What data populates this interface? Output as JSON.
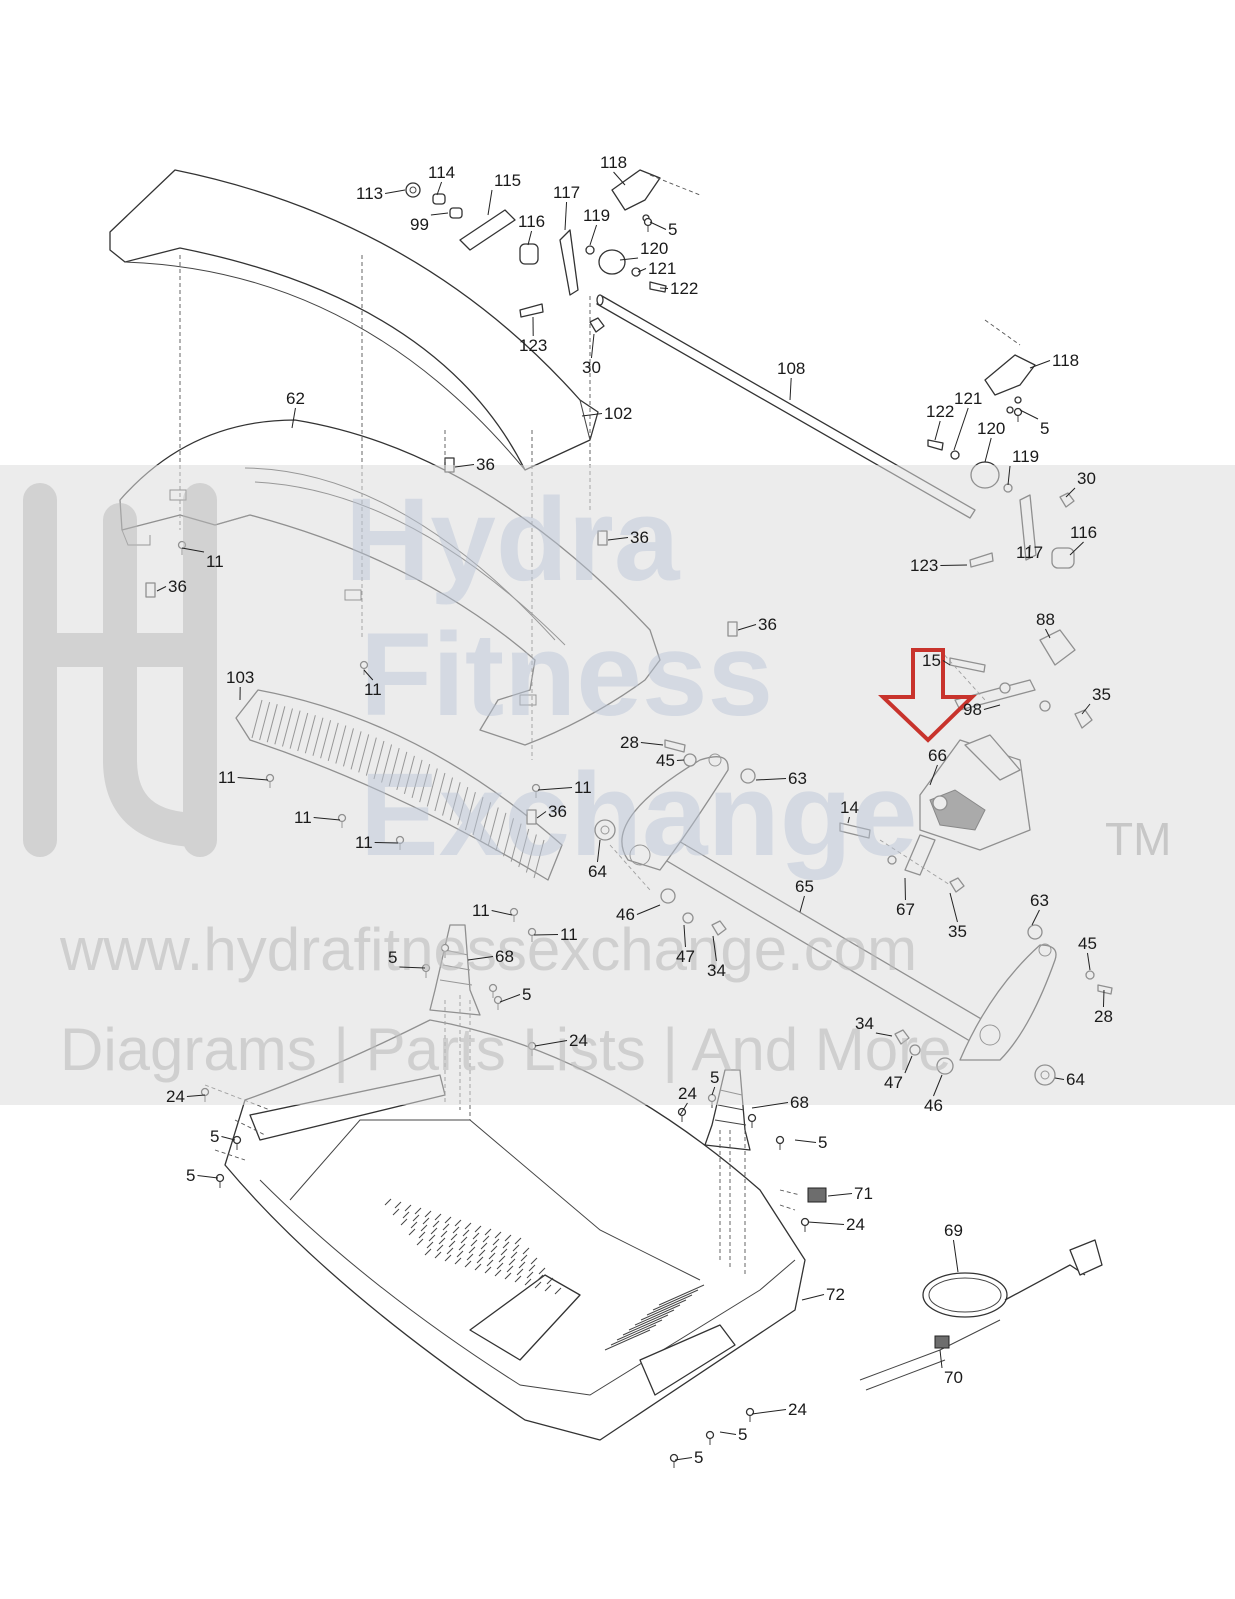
{
  "diagram": {
    "callouts": [
      {
        "id": "c113",
        "label": "113"
      },
      {
        "id": "c114",
        "label": "114"
      },
      {
        "id": "c115",
        "label": "115"
      },
      {
        "id": "c117a",
        "label": "117"
      },
      {
        "id": "c118a",
        "label": "118"
      },
      {
        "id": "c99",
        "label": "99"
      },
      {
        "id": "c116a",
        "label": "116"
      },
      {
        "id": "c119a",
        "label": "119"
      },
      {
        "id": "c5a",
        "label": "5"
      },
      {
        "id": "c120a",
        "label": "120"
      },
      {
        "id": "c121a",
        "label": "121"
      },
      {
        "id": "c122a",
        "label": "122"
      },
      {
        "id": "c123a",
        "label": "123"
      },
      {
        "id": "c30a",
        "label": "30"
      },
      {
        "id": "c108",
        "label": "108"
      },
      {
        "id": "c118b",
        "label": "118"
      },
      {
        "id": "c122b",
        "label": "122"
      },
      {
        "id": "c121b",
        "label": "121"
      },
      {
        "id": "c5b",
        "label": "5"
      },
      {
        "id": "c120b",
        "label": "120"
      },
      {
        "id": "c119b",
        "label": "119"
      },
      {
        "id": "c30b",
        "label": "30"
      },
      {
        "id": "c116b",
        "label": "116"
      },
      {
        "id": "c123b",
        "label": "123"
      },
      {
        "id": "c117b",
        "label": "117"
      },
      {
        "id": "c62",
        "label": "62"
      },
      {
        "id": "c102",
        "label": "102"
      },
      {
        "id": "c36a",
        "label": "36"
      },
      {
        "id": "c36b",
        "label": "36"
      },
      {
        "id": "c36c",
        "label": "36"
      },
      {
        "id": "c36d",
        "label": "36"
      },
      {
        "id": "c36e",
        "label": "36"
      },
      {
        "id": "c11a",
        "label": "11"
      },
      {
        "id": "c11b",
        "label": "11"
      },
      {
        "id": "c11c",
        "label": "11"
      },
      {
        "id": "c11d",
        "label": "11"
      },
      {
        "id": "c11e",
        "label": "11"
      },
      {
        "id": "c11f",
        "label": "11"
      },
      {
        "id": "c11g",
        "label": "11"
      },
      {
        "id": "c11h",
        "label": "11"
      },
      {
        "id": "c11i",
        "label": "11"
      },
      {
        "id": "c103",
        "label": "103"
      },
      {
        "id": "c88",
        "label": "88"
      },
      {
        "id": "c15",
        "label": "15"
      },
      {
        "id": "c35a",
        "label": "35"
      },
      {
        "id": "c98",
        "label": "98"
      },
      {
        "id": "c66",
        "label": "66"
      },
      {
        "id": "c28a",
        "label": "28"
      },
      {
        "id": "c45a",
        "label": "45"
      },
      {
        "id": "c63a",
        "label": "63"
      },
      {
        "id": "c14",
        "label": "14"
      },
      {
        "id": "c64a",
        "label": "64"
      },
      {
        "id": "c65",
        "label": "65"
      },
      {
        "id": "c67",
        "label": "67"
      },
      {
        "id": "c35b",
        "label": "35"
      },
      {
        "id": "c46a",
        "label": "46"
      },
      {
        "id": "c47a",
        "label": "47"
      },
      {
        "id": "c34a",
        "label": "34"
      },
      {
        "id": "c63b",
        "label": "63"
      },
      {
        "id": "c45b",
        "label": "45"
      },
      {
        "id": "c28b",
        "label": "28"
      },
      {
        "id": "c34b",
        "label": "34"
      },
      {
        "id": "c47b",
        "label": "47"
      },
      {
        "id": "c46b",
        "label": "46"
      },
      {
        "id": "c64b",
        "label": "64"
      },
      {
        "id": "c5c",
        "label": "5"
      },
      {
        "id": "c68a",
        "label": "68"
      },
      {
        "id": "c5d",
        "label": "5"
      },
      {
        "id": "c24a",
        "label": "24"
      },
      {
        "id": "c24b",
        "label": "24"
      },
      {
        "id": "c5e",
        "label": "5"
      },
      {
        "id": "c5f",
        "label": "5"
      },
      {
        "id": "c24c",
        "label": "24"
      },
      {
        "id": "c5g",
        "label": "5"
      },
      {
        "id": "c68b",
        "label": "68"
      },
      {
        "id": "c5h",
        "label": "5"
      },
      {
        "id": "c71",
        "label": "71"
      },
      {
        "id": "c24d",
        "label": "24"
      },
      {
        "id": "c69",
        "label": "69"
      },
      {
        "id": "c72",
        "label": "72"
      },
      {
        "id": "c70",
        "label": "70"
      },
      {
        "id": "c24e",
        "label": "24"
      },
      {
        "id": "c5i",
        "label": "5"
      },
      {
        "id": "c5j",
        "label": "5"
      }
    ],
    "highlight_color": "#c8332c"
  },
  "watermark": {
    "line1": "Hydra",
    "line2": "Fitness",
    "line3": "Exchange",
    "trademark": "TM",
    "url": "www.hydrafitnessexchange.com",
    "tagline": "Diagrams | Parts Lists | And More"
  }
}
